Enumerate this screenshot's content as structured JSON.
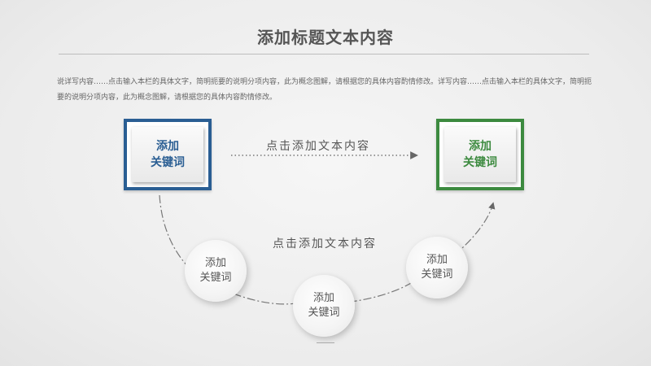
{
  "title": "添加标题文本内容",
  "description": "说详写内容……点击输入本栏的具体文字，简明扼要的说明分项内容，此为概念图解，请根据您的具体内容酌情修改。详写内容……点击输入本栏的具体文字，简明扼要的说明分项内容，此为概念图解，请根据您的具体内容酌情修改。",
  "nodes": {
    "left_square": {
      "line1": "添加",
      "line2": "关键词",
      "color": "#2a5e93"
    },
    "right_square": {
      "line1": "添加",
      "line2": "关键词",
      "color": "#3c8a3f"
    },
    "circle_left": {
      "line1": "添加",
      "line2": "关键词"
    },
    "circle_center": {
      "line1": "添加",
      "line2": "关键词"
    },
    "circle_right": {
      "line1": "添加",
      "line2": "关键词"
    }
  },
  "links": {
    "top_label": "点击添加文本内容",
    "bottom_label": "点击添加文本内容"
  }
}
